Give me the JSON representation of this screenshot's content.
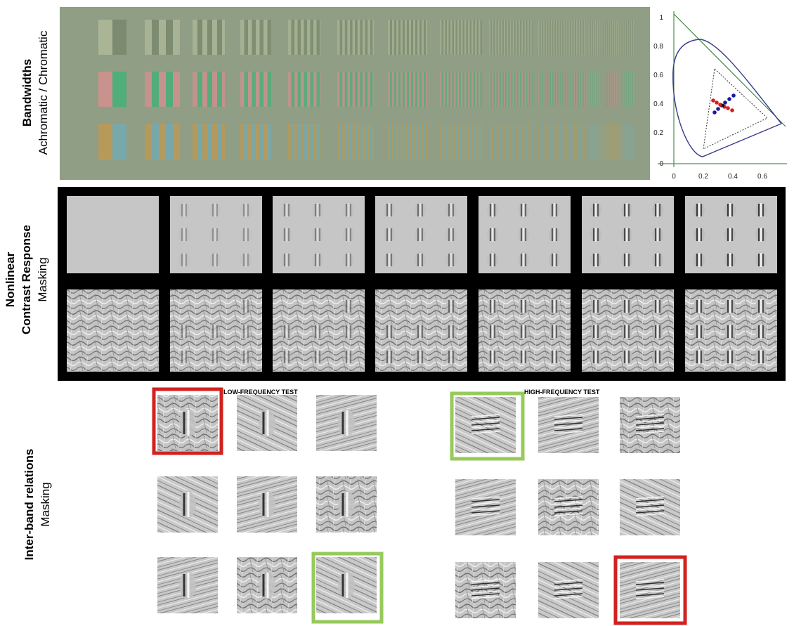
{
  "sections": [
    {
      "title": "Bandwidths",
      "subtitle": "Achromatic / Chromatic"
    },
    {
      "title_line1": "Nonlinear",
      "title_line2": "Contrast Response",
      "subtitle": "Masking"
    },
    {
      "title": "Inter-band relations",
      "subtitle": "Masking"
    }
  ],
  "tests": {
    "low": "LOW-FREQUENCY TEST",
    "high": "HIGH-FREQUENCY TEST"
  },
  "chromaticity": {
    "x_ticks": [
      "0",
      "0.2",
      "0.4",
      "0.6"
    ],
    "y_ticks": [
      "0",
      "0.2",
      "0.4",
      "0.6",
      "0.8",
      "1"
    ]
  },
  "colors": {
    "bandwidth_bg": "#8f9e84",
    "highlight_red": "#d0221f",
    "highlight_green": "#97c95c",
    "panel_gray": "#c6c6c6",
    "black_bg": "#000000"
  }
}
